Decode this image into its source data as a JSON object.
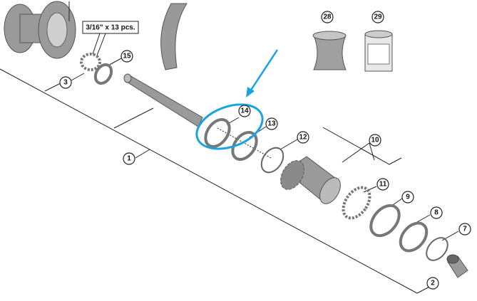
{
  "diagram": {
    "ball_label": "3/16\" x 13 pcs.",
    "callouts": [
      "1",
      "2",
      "3",
      "7",
      "8",
      "9",
      "10",
      "11",
      "12",
      "13",
      "14",
      "15",
      "28",
      "29"
    ],
    "highlight_color": "#1aa3e0"
  }
}
